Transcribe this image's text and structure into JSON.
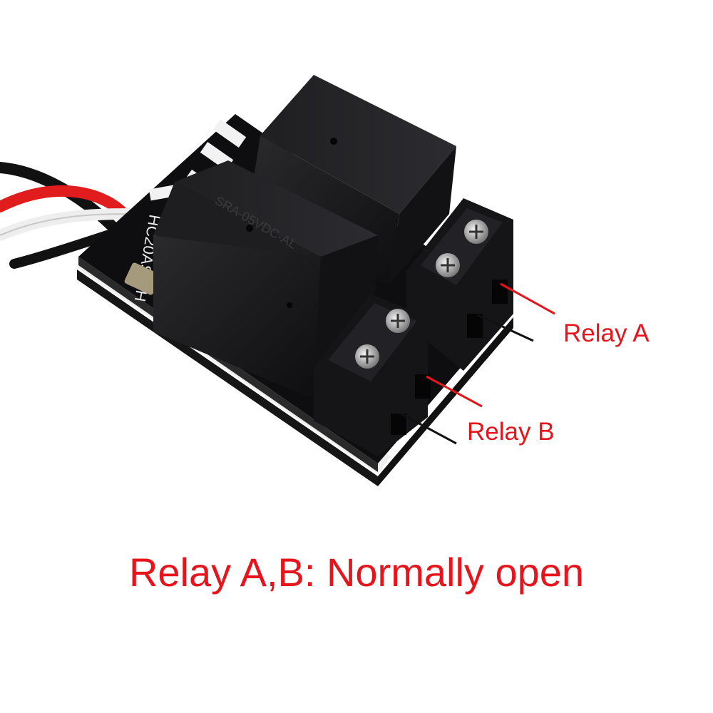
{
  "labels": {
    "relay_a": "Relay A",
    "relay_b": "Relay B",
    "caption": "Relay A,B: Normally open"
  },
  "colors": {
    "annotation_red": "#e8141c",
    "annotation_black": "#111111",
    "board": "#101012",
    "relay_body": "#1b1b1d",
    "foam": "#1a1a1a",
    "screw": "#c9c9c9"
  },
  "icons": {
    "relay": "relay-module-photo"
  }
}
